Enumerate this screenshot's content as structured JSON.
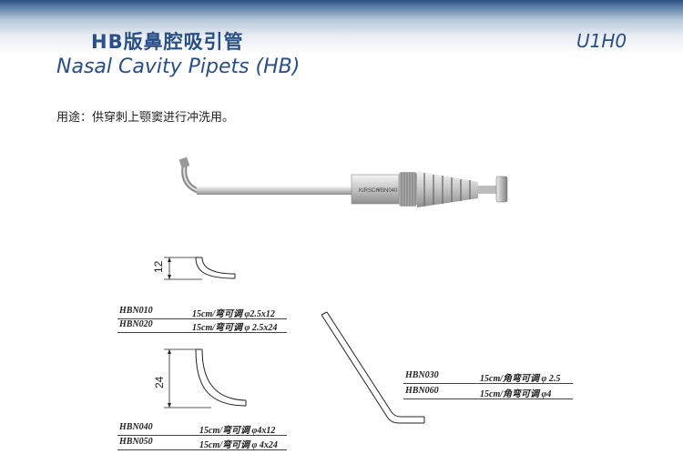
{
  "header": {
    "title_cn": "HB版鼻腔吸引管",
    "title_en": "Nasal Cavity Pipets (HB)",
    "code": "U1H0"
  },
  "usage": "用途：供穿刺上颚窦进行冲洗用。",
  "instrument": {
    "handle_text": "VBN040"
  },
  "diagrams": {
    "small_dim": "12",
    "large_dim": "24"
  },
  "specs": {
    "group1": [
      {
        "code": "HBN010",
        "desc": "15cm/弯可调 φ2.5x12"
      },
      {
        "code": "HBN020",
        "desc": "15cm/弯可调 φ 2.5x24"
      }
    ],
    "group2": [
      {
        "code": "HBN040",
        "desc": "15cm/弯可调 φ4x12"
      },
      {
        "code": "HBN050",
        "desc": "15cm/弯可调 φ 4x24"
      }
    ],
    "group3": [
      {
        "code": "HBN030",
        "desc": "15cm/角弯可调 φ 2.5"
      },
      {
        "code": "HBN060",
        "desc": "15cm/角弯可调 φ4"
      }
    ]
  }
}
